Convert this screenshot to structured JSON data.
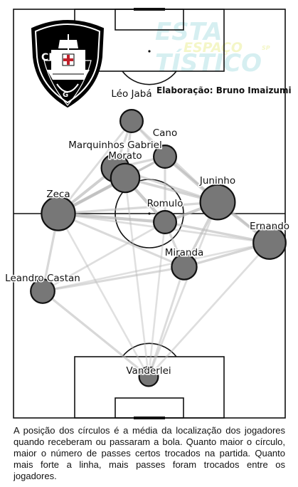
{
  "credit": "Elaboração: Bruno Imaizumi",
  "watermark": {
    "line1": "ESTA",
    "line2": "ESPAÇO",
    "line3": "TÍSTICO",
    "small": "SP"
  },
  "caption": "A posição dos círculos é a média da localização dos jogadores quando receberam ou passaram a bola. Quanto maior o círculo, maior o número de passes certos trocados na partida. Quanto mais forte a linha, mais passes foram trocados entre os jogadores.",
  "colors": {
    "node_fill": "#777777",
    "node_stroke": "#111111",
    "edge": "#bbbbbb"
  },
  "players": [
    {
      "id": "leo-jaba",
      "name": "Léo Jabá",
      "size": 0.35
    },
    {
      "id": "cano",
      "name": "Cano",
      "size": 0.35
    },
    {
      "id": "marquinhos-gabriel",
      "name": "Marquinhos Gabriel",
      "size": 0.55
    },
    {
      "id": "morato",
      "name": "Morato",
      "size": 0.6
    },
    {
      "id": "juninho",
      "name": "Juninho",
      "size": 0.85
    },
    {
      "id": "zeca",
      "name": "Zeca",
      "size": 0.8
    },
    {
      "id": "romulo",
      "name": "Romulo",
      "size": 0.35
    },
    {
      "id": "ernando",
      "name": "Ernando",
      "size": 0.75
    },
    {
      "id": "miranda",
      "name": "Miranda",
      "size": 0.45
    },
    {
      "id": "leandro-castan",
      "name": "Leandro Castan",
      "size": 0.4
    },
    {
      "id": "vanderlei",
      "name": "Vanderlei",
      "size": 0.2
    }
  ],
  "passes": [
    {
      "from": "zeca",
      "to": "morato",
      "weight": 0.85
    },
    {
      "from": "zeca",
      "to": "marquinhos-gabriel",
      "weight": 0.7
    },
    {
      "from": "zeca",
      "to": "romulo",
      "weight": 0.8
    },
    {
      "from": "zeca",
      "to": "juninho",
      "weight": 0.5
    },
    {
      "from": "zeca",
      "to": "leandro-castan",
      "weight": 0.5
    },
    {
      "from": "zeca",
      "to": "miranda",
      "weight": 0.45
    },
    {
      "from": "zeca",
      "to": "vanderlei",
      "weight": 0.3
    },
    {
      "from": "zeca",
      "to": "leo-jaba",
      "weight": 0.4
    },
    {
      "from": "zeca",
      "to": "cano",
      "weight": 0.4
    },
    {
      "from": "zeca",
      "to": "ernando",
      "weight": 0.35
    },
    {
      "from": "morato",
      "to": "marquinhos-gabriel",
      "weight": 0.9
    },
    {
      "from": "morato",
      "to": "romulo",
      "weight": 0.8
    },
    {
      "from": "morato",
      "to": "juninho",
      "weight": 0.6
    },
    {
      "from": "morato",
      "to": "cano",
      "weight": 0.55
    },
    {
      "from": "morato",
      "to": "leo-jaba",
      "weight": 0.5
    },
    {
      "from": "marquinhos-gabriel",
      "to": "leo-jaba",
      "weight": 0.5
    },
    {
      "from": "marquinhos-gabriel",
      "to": "cano",
      "weight": 0.5
    },
    {
      "from": "marquinhos-gabriel",
      "to": "juninho",
      "weight": 0.5
    },
    {
      "from": "romulo",
      "to": "juninho",
      "weight": 0.75
    },
    {
      "from": "romulo",
      "to": "ernando",
      "weight": 0.55
    },
    {
      "from": "romulo",
      "to": "miranda",
      "weight": 0.5
    },
    {
      "from": "romulo",
      "to": "cano",
      "weight": 0.45
    },
    {
      "from": "juninho",
      "to": "cano",
      "weight": 0.6
    },
    {
      "from": "juninho",
      "to": "ernando",
      "weight": 0.7
    },
    {
      "from": "juninho",
      "to": "miranda",
      "weight": 0.6
    },
    {
      "from": "juninho",
      "to": "leo-jaba",
      "weight": 0.45
    },
    {
      "from": "juninho",
      "to": "vanderlei",
      "weight": 0.35
    },
    {
      "from": "ernando",
      "to": "miranda",
      "weight": 0.55
    },
    {
      "from": "ernando",
      "to": "cano",
      "weight": 0.4
    },
    {
      "from": "ernando",
      "to": "vanderlei",
      "weight": 0.35
    },
    {
      "from": "ernando",
      "to": "leandro-castan",
      "weight": 0.3
    },
    {
      "from": "miranda",
      "to": "leandro-castan",
      "weight": 0.45
    },
    {
      "from": "miranda",
      "to": "vanderlei",
      "weight": 0.4
    },
    {
      "from": "leandro-castan",
      "to": "vanderlei",
      "weight": 0.5
    },
    {
      "from": "leandro-castan",
      "to": "romulo",
      "weight": 0.35
    },
    {
      "from": "leo-jaba",
      "to": "cano",
      "weight": 0.4
    },
    {
      "from": "vanderlei",
      "to": "romulo",
      "weight": 0.3
    },
    {
      "from": "vanderlei",
      "to": "morato",
      "weight": 0.3
    }
  ]
}
